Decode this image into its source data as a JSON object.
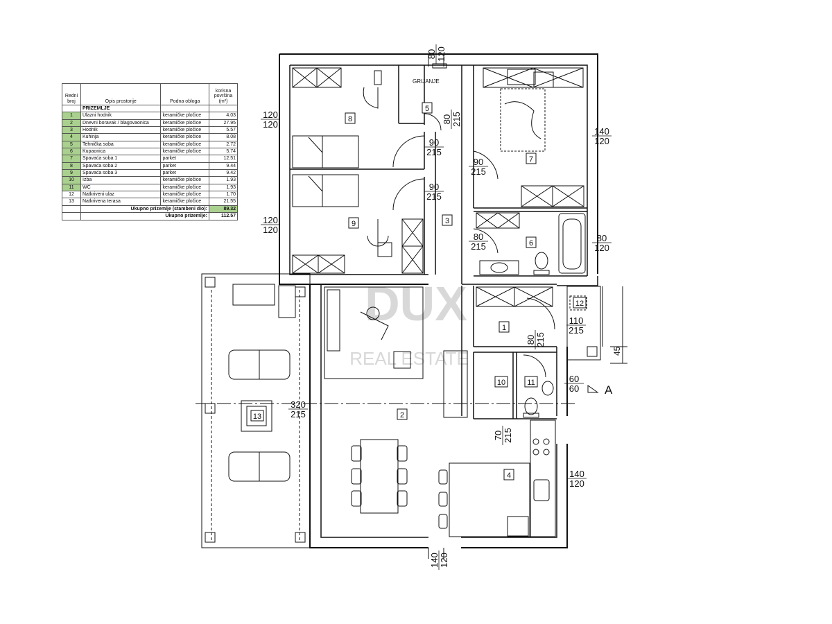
{
  "table": {
    "headers": [
      "Redni broj",
      "Opis prostorije",
      "Podna obloga",
      "korisna površina (m²)"
    ],
    "section": "PRIZEMLJE",
    "rows": [
      {
        "n": "1",
        "name": "Ulazni hodnik",
        "floor": "keramičke pločice",
        "area": "4.03",
        "hl": true
      },
      {
        "n": "2",
        "name": "Dnevni boravak / blagovaonica",
        "floor": "keramičke pločice",
        "area": "27.95",
        "hl": true
      },
      {
        "n": "3",
        "name": "Hodnik",
        "floor": "keramičke pločice",
        "area": "5.57",
        "hl": true
      },
      {
        "n": "4",
        "name": "Kuhinja",
        "floor": "keramičke pločice",
        "area": "8.08",
        "hl": true
      },
      {
        "n": "5",
        "name": "Tehnička soba",
        "floor": "keramičke pločice",
        "area": "2.72",
        "hl": true
      },
      {
        "n": "6",
        "name": "Kupaonica",
        "floor": "keramičke pločice",
        "area": "5.74",
        "hl": true
      },
      {
        "n": "7",
        "name": "Spavaća soba 1",
        "floor": "parket",
        "area": "12.51",
        "hl": true
      },
      {
        "n": "8",
        "name": "Spavaća soba 2",
        "floor": "parket",
        "area": "9.44",
        "hl": true
      },
      {
        "n": "9",
        "name": "Spavaća soba 3",
        "floor": "parket",
        "area": "9.42",
        "hl": true
      },
      {
        "n": "10",
        "name": "Izba",
        "floor": "keramičke pločice",
        "area": "1.93",
        "hl": true
      },
      {
        "n": "11",
        "name": "WC",
        "floor": "keramičke pločice",
        "area": "1.93",
        "hl": true
      },
      {
        "n": "12",
        "name": "Natkriveni ulaz",
        "floor": "keramičke pločice",
        "area": "1.70",
        "hl": false
      },
      {
        "n": "13",
        "name": "Natkrivena terasa",
        "floor": "keramičke pločice",
        "area": "21.55",
        "hl": false
      }
    ],
    "total_living_label": "Ukupno prizemlje (stambeni dio):",
    "total_living": "89.32",
    "total_label": "Ukupno prizemlje:",
    "total": "112.57"
  },
  "plan": {
    "grijanje": "GRIJANJE",
    "rooms": [
      "1",
      "2",
      "3",
      "4",
      "5",
      "6",
      "7",
      "8",
      "9",
      "10",
      "11",
      "12",
      "13"
    ],
    "dims": [
      {
        "top": "80",
        "bottom": "120"
      },
      {
        "top": "120",
        "bottom": "120"
      },
      {
        "top": "120",
        "bottom": "120"
      },
      {
        "top": "80",
        "bottom": "215"
      },
      {
        "top": "90",
        "bottom": "215"
      },
      {
        "top": "90",
        "bottom": "215"
      },
      {
        "top": "90",
        "bottom": "215"
      },
      {
        "top": "140",
        "bottom": "120"
      },
      {
        "top": "80",
        "bottom": "215"
      },
      {
        "top": "80",
        "bottom": "120"
      },
      {
        "top": "110",
        "bottom": "215"
      },
      {
        "top": "80",
        "bottom": "215"
      },
      {
        "top": "60",
        "bottom": "60"
      },
      {
        "top": "320",
        "bottom": "215"
      },
      {
        "top": "70",
        "bottom": "215"
      },
      {
        "top": "140",
        "bottom": "120"
      },
      {
        "top": "140",
        "bottom": "120"
      }
    ],
    "dim_45": "45",
    "section_mark": "A",
    "watermark_main": "DUX",
    "watermark_sub": "REAL ESTATE"
  }
}
